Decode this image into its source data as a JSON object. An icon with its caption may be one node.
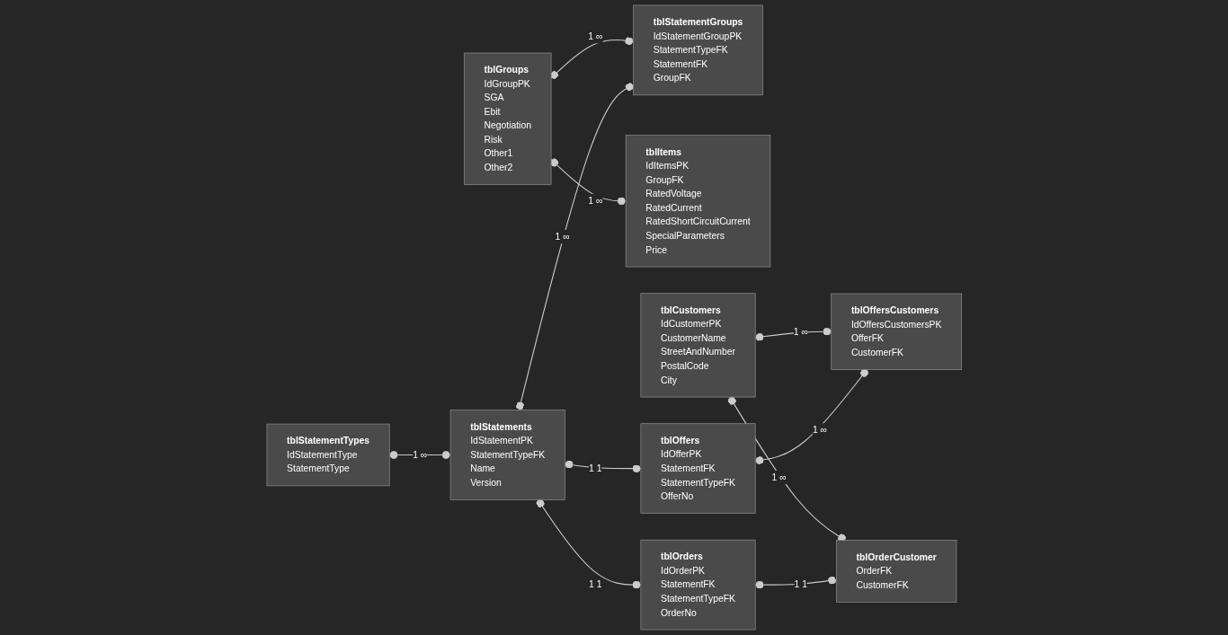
{
  "diagram": {
    "nodes": [
      {
        "text": [
          "tblStatementTypes",
          "IdStatementType",
          "StatementType"
        ]
      },
      {
        "text": [
          "tblStatements",
          "IdStatementPK",
          "StatementTypeFK",
          "Name",
          "Version"
        ]
      },
      {
        "text": [
          "tblStatementGroups",
          "IdStatementGroupPK",
          "StatementTypeFK",
          "StatementFK",
          "GroupFK"
        ]
      },
      {
        "text": [
          "tblGroups",
          "IdGroupPK",
          "SGA",
          "Ebit",
          "Negotiation",
          "Risk",
          "Other1",
          "Other2"
        ]
      },
      {
        "text": [
          "tblItems",
          "IdItemsPK",
          "GroupFK",
          "RatedVoltage",
          "RatedCurrent",
          "RatedShortCircuitCurrent",
          "SpecialParameters",
          "Price"
        ]
      },
      {
        "text": [
          "tblOffers",
          "IdOfferPK",
          "StatementFK",
          "StatementTypeFK",
          "OfferNo"
        ]
      },
      {
        "text": [
          "tblOffersCustomers",
          "IdOffersCustomersPK",
          "OfferFK",
          "CustomerFK"
        ]
      },
      {
        "text": [
          "tblCustomers",
          "IdCustomerPK",
          "CustomerName",
          "StreetAndNumber",
          "PostalCode",
          "City"
        ]
      },
      {
        "text": [
          "tblOrders",
          "IdOrderPK",
          "StatementFK",
          "StatementTypeFK",
          "OrderNo"
        ]
      },
      {
        "text": [
          "tblOrderCustomer",
          "OrderFK",
          "CustomerFK"
        ]
      }
    ],
    "edges": [
      {
        "from": 0,
        "to": 1,
        "arrow": "other",
        "label": "1 ∞"
      },
      {
        "from": 1,
        "to": 2,
        "arrow": "other",
        "label": "1 ∞"
      },
      {
        "from": 3,
        "to": 2,
        "arrow": "other",
        "label": "1 ∞"
      },
      {
        "from": 3,
        "to": 4,
        "arrow": "other",
        "label": "1 ∞"
      },
      {
        "from": 1,
        "to": 5,
        "arrow": "other",
        "label": "1 1"
      },
      {
        "from": 1,
        "to": 8,
        "arrow": "other",
        "label": "1 1"
      },
      {
        "from": 5,
        "to": 6,
        "arrow": "other",
        "label": "1 ∞"
      },
      {
        "from": 8,
        "to": 9,
        "arrow": "other",
        "label": "1 1"
      },
      {
        "from": 7,
        "to": 6,
        "arrow": "other",
        "label": "1 ∞"
      },
      {
        "from": 7,
        "to": 9,
        "arrow": "other",
        "label": "1 ∞"
      }
    ]
  }
}
